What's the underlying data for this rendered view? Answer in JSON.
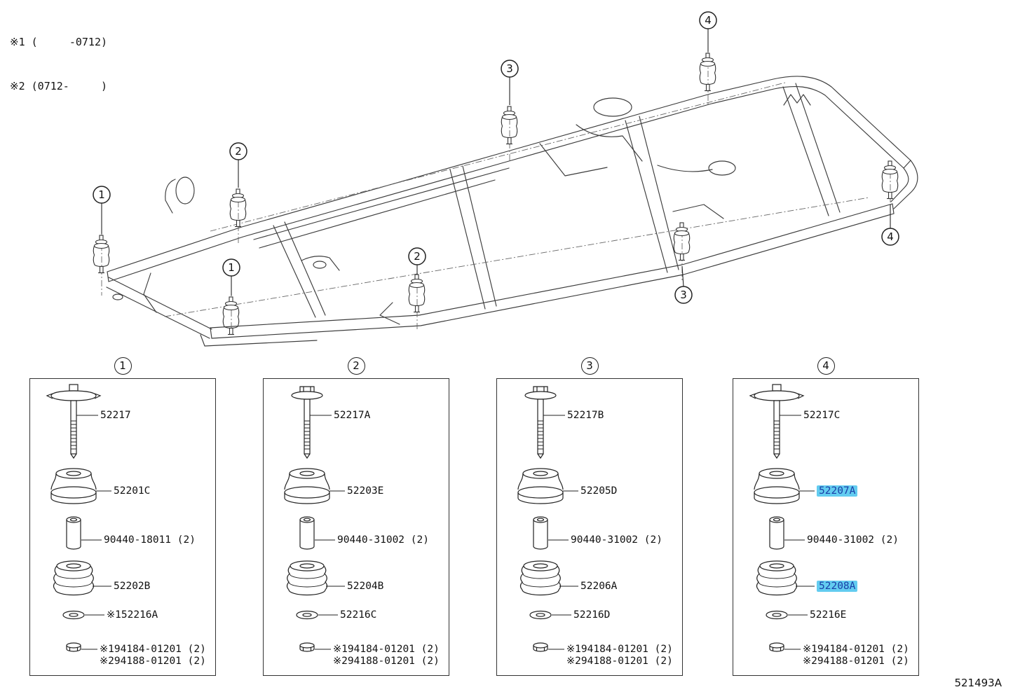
{
  "notes": {
    "line1": "※1 (     -0712)",
    "line2": "※2 (0712-     )"
  },
  "figure_code": "521493A",
  "diagram": {
    "callouts": [
      "1",
      "2",
      "3",
      "4"
    ]
  },
  "highlight": {
    "bg": "#63ccf0",
    "text": "#1b3fa8"
  },
  "panels": [
    {
      "number": "1",
      "bolt": "52217",
      "upper_cushion": "52201C",
      "collar": "90440-18011 (2)",
      "lower_cushion": "52202B",
      "washer": "※152216A",
      "nut_line1": "※194184-01201 (2)",
      "nut_line2": "※294188-01201 (2)",
      "upper_highlight": false,
      "lower_highlight": false
    },
    {
      "number": "2",
      "bolt": "52217A",
      "upper_cushion": "52203E",
      "collar": "90440-31002 (2)",
      "lower_cushion": "52204B",
      "washer": "52216C",
      "nut_line1": "※194184-01201 (2)",
      "nut_line2": "※294188-01201 (2)",
      "upper_highlight": false,
      "lower_highlight": false
    },
    {
      "number": "3",
      "bolt": "52217B",
      "upper_cushion": "52205D",
      "collar": "90440-31002 (2)",
      "lower_cushion": "52206A",
      "washer": "52216D",
      "nut_line1": "※194184-01201 (2)",
      "nut_line2": "※294188-01201 (2)",
      "upper_highlight": false,
      "lower_highlight": false
    },
    {
      "number": "4",
      "bolt": "52217C",
      "upper_cushion": "52207A",
      "collar": "90440-31002 (2)",
      "lower_cushion": "52208A",
      "washer": "52216E",
      "nut_line1": "※194184-01201 (2)",
      "nut_line2": "※294188-01201 (2)",
      "upper_highlight": true,
      "lower_highlight": true
    }
  ]
}
